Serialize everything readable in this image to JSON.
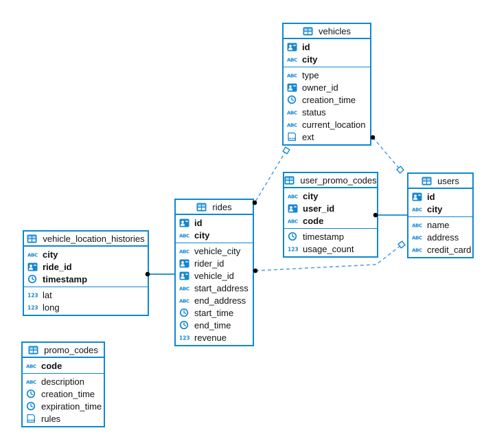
{
  "diagram": {
    "colors": {
      "table_border": "#0e87d3",
      "icon_blue": "#1487d2",
      "dashed_line": "#58a3db",
      "solid_line": "#0e87d3",
      "cardinality_dot": "#000000",
      "background": "#ffffff"
    },
    "tables": [
      {
        "name": "vehicles",
        "header_icon": "table",
        "key_fields": [
          {
            "name": "id",
            "icon": "id"
          },
          {
            "name": "city",
            "icon": "abc"
          }
        ],
        "fields": [
          {
            "name": "type",
            "icon": "abc"
          },
          {
            "name": "owner_id",
            "icon": "id"
          },
          {
            "name": "creation_time",
            "icon": "clock"
          },
          {
            "name": "status",
            "icon": "abc"
          },
          {
            "name": "current_location",
            "icon": "abc"
          },
          {
            "name": "ext",
            "icon": "json"
          }
        ]
      },
      {
        "name": "user_promo_codes",
        "header_icon": "table",
        "key_fields": [
          {
            "name": "city",
            "icon": "abc"
          },
          {
            "name": "user_id",
            "icon": "id"
          },
          {
            "name": "code",
            "icon": "abc"
          }
        ],
        "fields": [
          {
            "name": "timestamp",
            "icon": "clock"
          },
          {
            "name": "usage_count",
            "icon": "num"
          }
        ]
      },
      {
        "name": "users",
        "header_icon": "table",
        "key_fields": [
          {
            "name": "id",
            "icon": "id"
          },
          {
            "name": "city",
            "icon": "abc"
          }
        ],
        "fields": [
          {
            "name": "name",
            "icon": "abc"
          },
          {
            "name": "address",
            "icon": "abc"
          },
          {
            "name": "credit_card",
            "icon": "abc"
          }
        ]
      },
      {
        "name": "rides",
        "header_icon": "table",
        "key_fields": [
          {
            "name": "id",
            "icon": "id"
          },
          {
            "name": "city",
            "icon": "abc"
          }
        ],
        "fields": [
          {
            "name": "vehicle_city",
            "icon": "abc"
          },
          {
            "name": "rider_id",
            "icon": "id"
          },
          {
            "name": "vehicle_id",
            "icon": "id"
          },
          {
            "name": "start_address",
            "icon": "abc"
          },
          {
            "name": "end_address",
            "icon": "abc"
          },
          {
            "name": "start_time",
            "icon": "clock"
          },
          {
            "name": "end_time",
            "icon": "clock"
          },
          {
            "name": "revenue",
            "icon": "num"
          }
        ]
      },
      {
        "name": "vehicle_location_histories",
        "header_icon": "table",
        "key_fields": [
          {
            "name": "city",
            "icon": "abc"
          },
          {
            "name": "ride_id",
            "icon": "id"
          },
          {
            "name": "timestamp",
            "icon": "clock"
          }
        ],
        "fields": [
          {
            "name": "lat",
            "icon": "num"
          },
          {
            "name": "long",
            "icon": "num"
          }
        ]
      },
      {
        "name": "promo_codes",
        "header_icon": "table",
        "key_fields": [
          {
            "name": "code",
            "icon": "abc"
          }
        ],
        "fields": [
          {
            "name": "description",
            "icon": "abc"
          },
          {
            "name": "creation_time",
            "icon": "clock"
          },
          {
            "name": "expiration_time",
            "icon": "clock"
          },
          {
            "name": "rules",
            "icon": "json"
          }
        ]
      }
    ],
    "relationships": [
      {
        "from": "vehicles",
        "from_marker": "square",
        "to": "rides",
        "to_marker": "dot",
        "style": "dashed"
      },
      {
        "from": "vehicles",
        "from_marker": "dot",
        "to": "users",
        "to_marker": "square",
        "style": "dashed"
      },
      {
        "from": "user_promo_codes",
        "from_marker": "dot",
        "to": "users",
        "to_marker": "none",
        "style": "solid"
      },
      {
        "from": "rides",
        "from_marker": "dot",
        "to": "users",
        "to_marker": "square",
        "style": "dashed"
      },
      {
        "from": "vehicle_location_histories",
        "from_marker": "dot",
        "to": "rides",
        "to_marker": "none",
        "style": "solid"
      }
    ]
  }
}
